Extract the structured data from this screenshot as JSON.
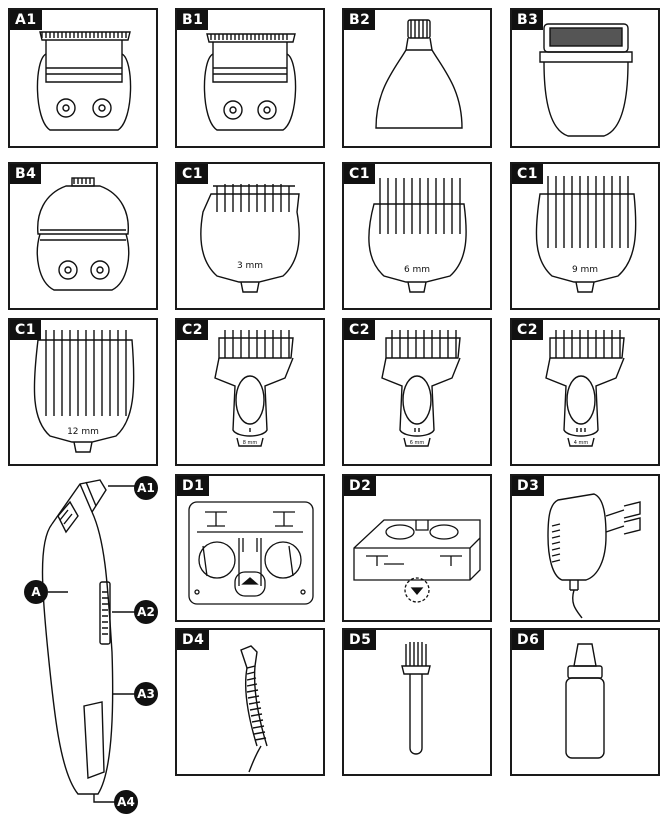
{
  "panels": [
    {
      "id": "A1",
      "label": "A1"
    },
    {
      "id": "B1",
      "label": "B1"
    },
    {
      "id": "B2",
      "label": "B2"
    },
    {
      "id": "B3",
      "label": "B3"
    },
    {
      "id": "B4",
      "label": "B4"
    },
    {
      "id": "C1a",
      "label": "C1",
      "size": "3 mm"
    },
    {
      "id": "C1b",
      "label": "C1",
      "size": "6 mm"
    },
    {
      "id": "C1c",
      "label": "C1",
      "size": "9 mm"
    },
    {
      "id": "C1d",
      "label": "C1",
      "size": "12 mm"
    },
    {
      "id": "C2a",
      "label": "C2",
      "size": "8 mm"
    },
    {
      "id": "C2b",
      "label": "C2",
      "size": "6 mm"
    },
    {
      "id": "C2c",
      "label": "C2",
      "size": "4 mm"
    },
    {
      "id": "D1",
      "label": "D1"
    },
    {
      "id": "D2",
      "label": "D2"
    },
    {
      "id": "D3",
      "label": "D3"
    },
    {
      "id": "D4",
      "label": "D4"
    },
    {
      "id": "D5",
      "label": "D5"
    },
    {
      "id": "D6",
      "label": "D6"
    }
  ],
  "main_device": {
    "callouts": {
      "a": "A",
      "a1": "A1",
      "a2": "A2",
      "a3": "A3",
      "a4": "A4"
    }
  }
}
